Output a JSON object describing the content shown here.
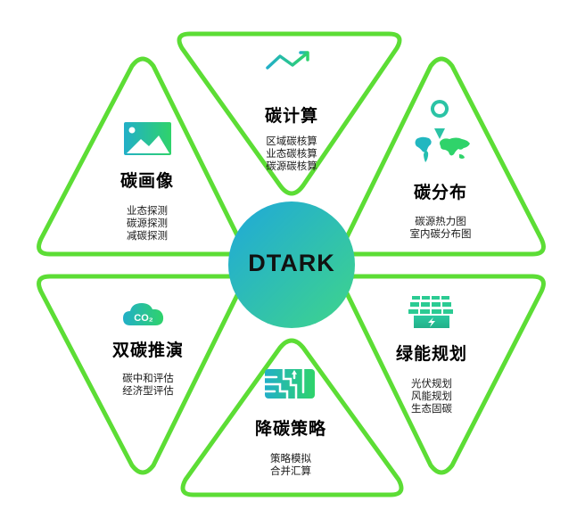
{
  "center": {
    "label": "DTARK"
  },
  "colors": {
    "blue": "#1E9BE6",
    "teal": "#24BFB0",
    "green": "#4CD964",
    "lime": "#5EDB3C",
    "text": "#111111"
  },
  "segments": [
    {
      "id": "carbon-accounting",
      "position": "top",
      "icon": "bar-chart-trend-icon",
      "title": "碳计算",
      "items": [
        "区域碳核算",
        "业态碳核算",
        "碳源碳核算"
      ]
    },
    {
      "id": "carbon-profile",
      "position": "top-left",
      "icon": "image-icon",
      "title": "碳画像",
      "items": [
        "业态探测",
        "碳源探测",
        "减碳探测"
      ]
    },
    {
      "id": "carbon-distribution",
      "position": "top-right",
      "icon": "world-map-pin-icon",
      "title": "碳分布",
      "items": [
        "碳源热力图",
        "室内碳分布图"
      ]
    },
    {
      "id": "dual-carbon-simulation",
      "position": "bottom-left",
      "icon": "co2-cloud-icon",
      "title": "双碳推演",
      "items": [
        "碳中和评估",
        "经济型评估"
      ]
    },
    {
      "id": "green-energy-planning",
      "position": "bottom-right",
      "icon": "solar-panel-icon",
      "title": "绿能规划",
      "items": [
        "光伏规划",
        "风能规划",
        "生态固碳"
      ]
    },
    {
      "id": "carbon-reduction-strategy",
      "position": "bottom",
      "icon": "circuit-path-icon",
      "title": "降碳策略",
      "items": [
        "策略模拟",
        "合并汇算"
      ]
    }
  ],
  "icon_text": {
    "co2": "CO₂"
  }
}
